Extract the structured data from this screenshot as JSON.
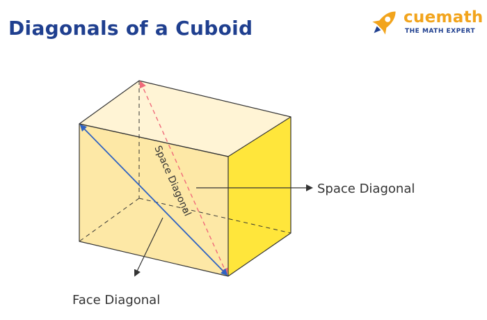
{
  "title": "Diagonals of a Cuboid",
  "logo": {
    "wordmark": "cuemath",
    "tagline": "THE MATH EXPERT",
    "icon": "rocket-icon"
  },
  "labels": {
    "space_diagonal_rotated": "Space Diagonal",
    "space_diagonal_callout": "Space Diagonal",
    "face_diagonal_callout": "Face Diagonal"
  },
  "colors": {
    "title": "#1f3f8f",
    "logo_orange": "#f2a41c",
    "face_front": "#fde8a6",
    "face_top": "#fff4d5",
    "face_side": "#ffe63b",
    "face_diagonal": "#2f62c2",
    "space_diagonal": "#f06a7a",
    "edges": "#333333"
  }
}
